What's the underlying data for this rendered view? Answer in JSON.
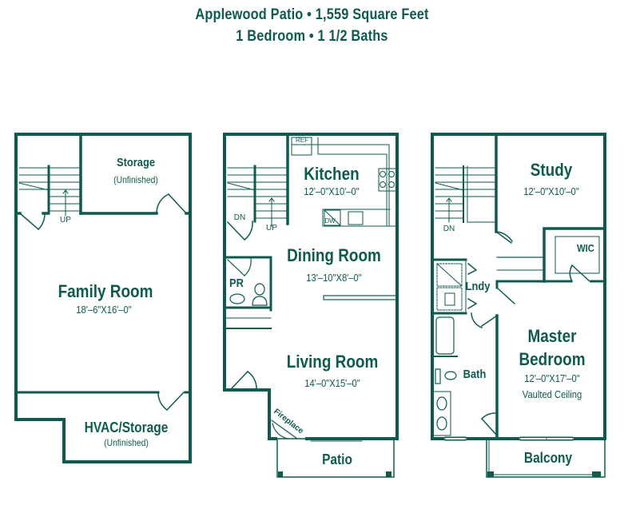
{
  "header": {
    "line1": "Applewood Patio • 1,559 Square Feet",
    "line2": "1 Bedroom • 1 1/2 Baths"
  },
  "colors": {
    "wall": "#0f5a4e",
    "text": "#0f5a4e",
    "background": "#ffffff"
  },
  "floors": {
    "lower": {
      "rooms": {
        "storage": {
          "name": "Storage",
          "note": "(Unfinished)"
        },
        "family_room": {
          "name": "Family Room",
          "dims": "18'–6\"X16'–0\""
        },
        "hvac": {
          "name": "HVAC/Storage",
          "note": "(Unfinished)"
        }
      },
      "stair_label": "UP"
    },
    "main": {
      "rooms": {
        "kitchen": {
          "name": "Kitchen",
          "dims": "12'–0\"X10'–0\""
        },
        "dining": {
          "name": "Dining Room",
          "dims": "13'–10\"X8'–0\""
        },
        "powder": {
          "name": "PR"
        },
        "living": {
          "name": "Living Room",
          "dims": "14'–0\"X15'–0\""
        },
        "fireplace": {
          "name": "Fireplace"
        },
        "patio": {
          "name": "Patio"
        }
      },
      "appliances": {
        "ref": "REF",
        "dw": "DW"
      },
      "stair_labels": {
        "down": "DN",
        "up": "UP"
      }
    },
    "upper": {
      "rooms": {
        "study": {
          "name": "Study",
          "dims": "12'–0\"X10'–0\""
        },
        "wic": {
          "name": "WIC"
        },
        "laundry": {
          "name": "Lndy"
        },
        "bath": {
          "name": "Bath"
        },
        "master": {
          "name": "Master Bedroom",
          "name_line1": "Master",
          "name_line2": "Bedroom",
          "dims": "12'–0\"X17'–0\"",
          "note": "Vaulted Ceiling"
        },
        "balcony": {
          "name": "Balcony"
        }
      },
      "stair_label": "DN"
    }
  }
}
